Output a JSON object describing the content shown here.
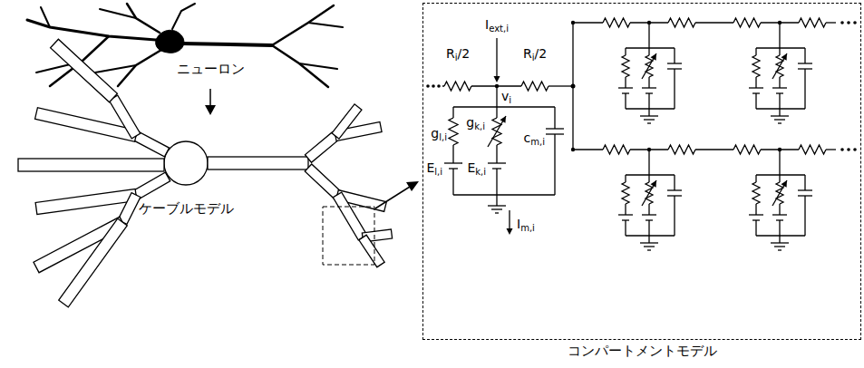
{
  "diagram": {
    "nodes": [
      {
        "text": [
          "コンパートメントモデル"
        ]
      }
    ],
    "labels": [
      "ニューロン",
      "ケーブルモデル",
      "Iext,i",
      "Ri/2",
      "Ri/2",
      "vi",
      "gl,i",
      "gk,i",
      "cm,i",
      "El,i",
      "Ek,i",
      "Im,i"
    ]
  }
}
